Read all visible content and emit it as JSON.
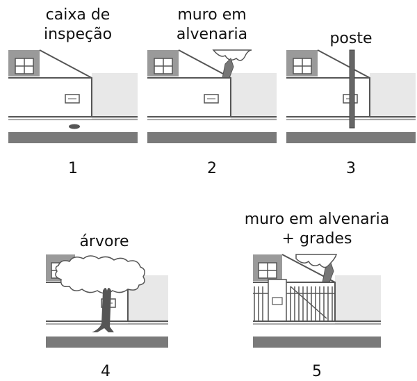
{
  "panels": [
    {
      "number": "1",
      "caption_lines": [
        "caixa de",
        "inspeção"
      ],
      "obstacle": "caixa-de-inspecao"
    },
    {
      "number": "2",
      "caption_lines": [
        "muro em",
        "alvenaria"
      ],
      "obstacle": "muro-em-alvenaria"
    },
    {
      "number": "3",
      "caption_lines": [
        "poste"
      ],
      "obstacle": "poste"
    },
    {
      "number": "4",
      "caption_lines": [
        "árvore"
      ],
      "obstacle": "arvore"
    },
    {
      "number": "5",
      "caption_lines": [
        "muro em alvenaria",
        "+ grades"
      ],
      "obstacle": "muro-alvenaria-grades"
    }
  ],
  "colors": {
    "line": "#555555",
    "wall_gray": "#e8e8e8",
    "roof_gray": "#9a9a9a",
    "sidewalk_dark": "#7a7a7a",
    "trunk": "#555555"
  }
}
